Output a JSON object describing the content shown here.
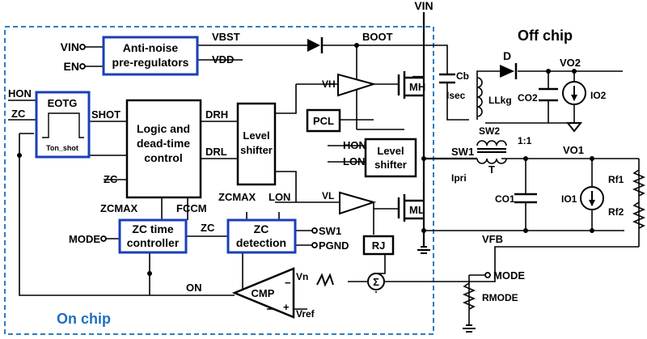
{
  "colors": {
    "on_chip_border": "#2f7bbf",
    "on_chip_label": "#1f6fbf",
    "block_blue": "#1a3fb8"
  },
  "labels": {
    "vin_top": "VIN",
    "vin_left": "VIN",
    "en": "EN",
    "vbst": "VBST",
    "vdd": "VDD",
    "boot": "BOOT",
    "off_chip": "Off chip",
    "on_chip": "On chip",
    "hon": "HON",
    "zc_left": "ZC",
    "shot": "SHOT",
    "ton_shot": "Ton_shot",
    "drh": "DRH",
    "drl": "DRL",
    "vh": "VH",
    "vl": "VL",
    "pcl": "PCL",
    "hon_ls": "HON",
    "lon_ls": "LON",
    "zc_mid": "ZC",
    "zcmax": "ZCMAX",
    "fccm": "FCCM",
    "zcmax2": "ZCMAX",
    "lon2": "LON",
    "zc_link": "ZC",
    "mode_left": "MODE",
    "sw1_in": "SW1",
    "pgnd": "PGND",
    "rj": "RJ",
    "on": "ON",
    "vn": "Vn",
    "vref": "Vref",
    "cmp": "CMP",
    "minus": "−",
    "plus": "+",
    "mh": "MH",
    "ml": "ML",
    "cb": "Cb",
    "isec": "Isec",
    "llkg": "LLkg",
    "d": "D",
    "vo2": "VO2",
    "co2": "CO2",
    "io2": "IO2",
    "sw2": "SW2",
    "sw1_out": "SW1",
    "t": "T",
    "ratio": "1:1",
    "vo1": "VO1",
    "ipri": "Ipri",
    "co1": "CO1",
    "io1": "IO1",
    "rf1": "Rf1",
    "rf2": "Rf2",
    "vfb": "VFB",
    "mode_right": "MODE",
    "rmode": "RMODE"
  },
  "blocks": {
    "anti_noise": "Anti-noise\npre-regulators",
    "eotg": "EOTG",
    "logic": "Logic and\ndead-time\ncontrol",
    "level1": "Level\nshifter",
    "level2": "Level\nshifter",
    "zc_timer": "ZC time\ncontroller",
    "zc_det": "ZC\ndetection"
  }
}
